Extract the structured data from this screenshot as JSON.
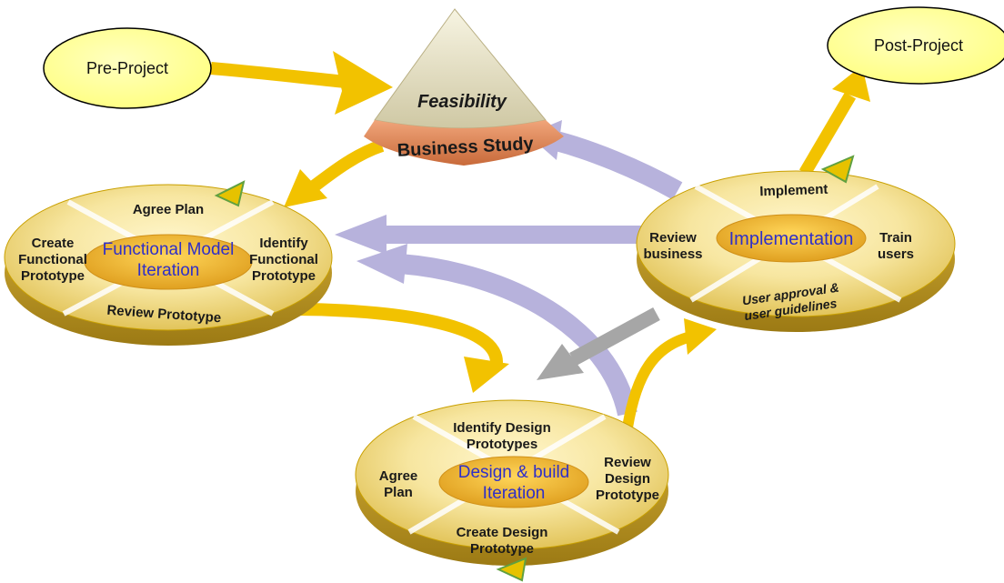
{
  "phases": {
    "pre_project": "Pre-Project",
    "post_project": "Post-Project",
    "feasibility": "Feasibility",
    "business_study": "Business Study"
  },
  "functional": {
    "title_line1": "Functional Model",
    "title_line2": "Iteration",
    "top": "Agree Plan",
    "left_1": "Create",
    "left_2": "Functional",
    "left_3": "Prototype",
    "right_1": "Identify",
    "right_2": "Functional",
    "right_3": "Prototype",
    "bottom": "Review Prototype"
  },
  "implementation": {
    "title": "Implementation",
    "top": "Implement",
    "left_1": "Review",
    "left_2": "business",
    "right_1": "Train",
    "right_2": "users",
    "bottom_1": "User approval &",
    "bottom_2": "user guidelines"
  },
  "design": {
    "title_line1": "Design & build",
    "title_line2": "Iteration",
    "top_1": "Identify Design",
    "top_2": "Prototypes",
    "left_1": "Agree",
    "left_2": "Plan",
    "right_1": "Review",
    "right_2": "Design",
    "right_3": "Prototype",
    "bottom_1": "Create Design",
    "bottom_2": "Prototype"
  },
  "colors": {
    "gold": "#f2c200",
    "gold_dark": "#c9a000",
    "lavender": "#b7b2dc",
    "grey": "#a6a6a6",
    "oval_fill": "#ffff99",
    "phase_blue": "#2f2fc8",
    "business_band": "#e08a5a"
  }
}
